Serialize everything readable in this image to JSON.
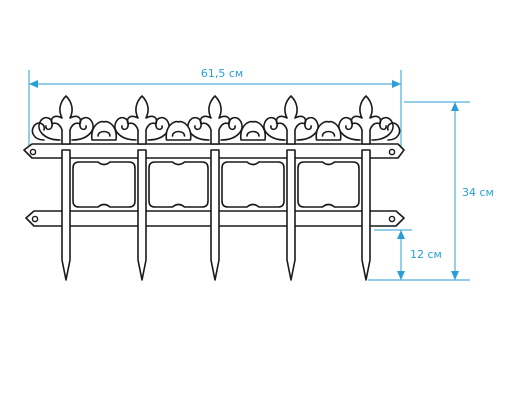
{
  "dimensions": {
    "width_label": "61,5 см",
    "height_label": "34 см",
    "stake_label": "12 см"
  },
  "colors": {
    "dimension": "#2a9fd6",
    "outline": "#1a1a1a",
    "background": "#ffffff"
  },
  "fence": {
    "panel_count": 4,
    "stake_count": 5,
    "ornament_count": 5
  }
}
